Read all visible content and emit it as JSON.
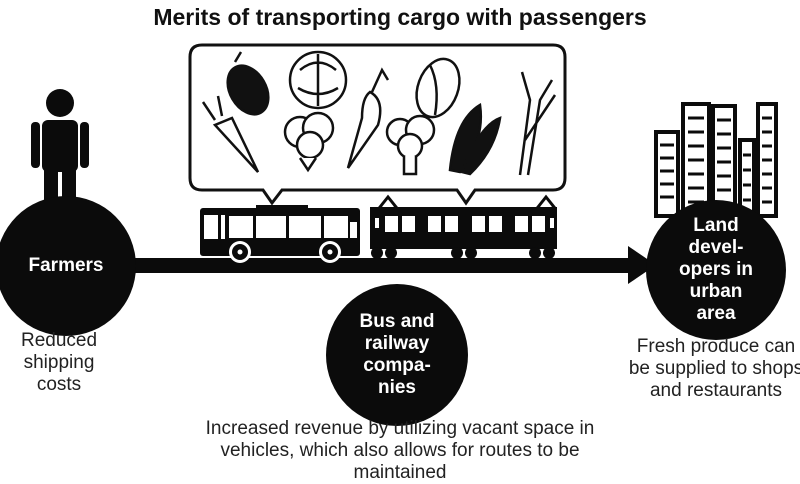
{
  "title": "Merits of transporting cargo with passengers",
  "nodes": {
    "farmers": {
      "label": "Farmers",
      "caption": "Reduced shipping costs"
    },
    "operators": {
      "label": "Bus and railway compa-nies",
      "caption": "Increased revenue by utilizing vacant space in vehicles, which also allows for routes to be maintained"
    },
    "developers": {
      "label": "Land devel-opers in urban area",
      "caption": "Fresh produce can be supplied to shops and restaurants"
    }
  },
  "colors": {
    "ink": "#0b0b0b",
    "background": "#ffffff"
  }
}
